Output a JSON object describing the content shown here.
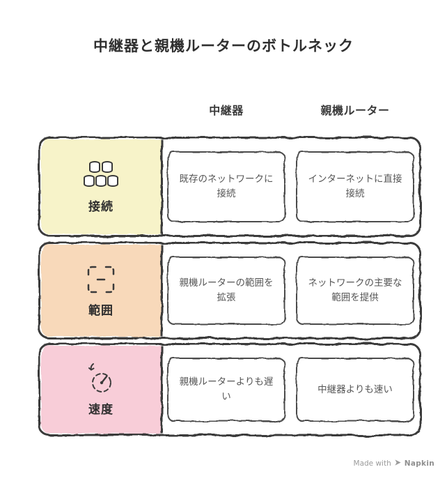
{
  "title": "中継器と親機ルーターのボトルネック",
  "columns": {
    "col1": "中継器",
    "col2": "親機ルーター"
  },
  "rows": [
    {
      "label": "接続",
      "icon": "database-cluster-icon",
      "color": "#f7f3c9",
      "cell1": "既存のネットワークに接続",
      "cell2": "インターネットに直接接続"
    },
    {
      "label": "範囲",
      "icon": "frame-brackets-icon",
      "color": "#f8d9ba",
      "cell1": "親機ルーターの範囲を拡張",
      "cell2": "ネットワークの主要な範囲を提供"
    },
    {
      "label": "速度",
      "icon": "speedometer-icon",
      "color": "#f8cdd8",
      "cell1": "親機ルーターよりも遅い",
      "cell2": "中継器よりも速い"
    }
  ],
  "footer": {
    "made_with": "Made with",
    "brand": "Napkin"
  },
  "style_colors": {
    "border_dark": "#3a3a3a",
    "cell_border": "#4c4c4c",
    "text_gray": "#555555"
  }
}
